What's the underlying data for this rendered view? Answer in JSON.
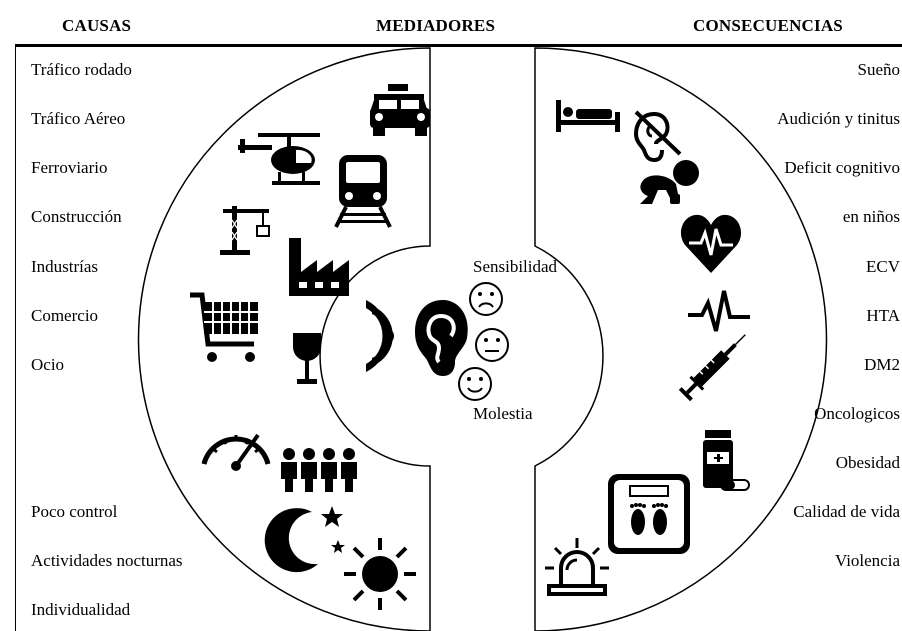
{
  "headers": {
    "causes": "CAUSAS",
    "mediators": "MEDIADORES",
    "consequences": "CONSECUENCIAS"
  },
  "causes": [
    "Tráfico rodado",
    "Tráfico Aéreo",
    "Ferroviario",
    "Construcción",
    "Industrías",
    "Comercio",
    "Ocio",
    "Poco control",
    "Actividades nocturnas",
    "Individualidad"
  ],
  "mediators": {
    "top": "Sensibilidad",
    "bottom": "Molestia"
  },
  "consequences": [
    "Sueño",
    "Audición y tinitus",
    "Deficit cognitivo",
    "en niños",
    "ECV",
    "HTA",
    "DM2",
    "Oncologicos",
    "Obesidad",
    "Calidad de vida",
    "Violencia"
  ],
  "icons": [
    "taxi-icon",
    "helicopter-icon",
    "train-icon",
    "crane-icon",
    "factory-icon",
    "shopping-cart-icon",
    "wine-glass-icon",
    "speedometer-icon",
    "crowd-icon",
    "moon-stars-icon",
    "sun-icon",
    "sound-waves-icon",
    "ear-icon",
    "sad-face-icon",
    "neutral-face-icon",
    "happy-face-icon",
    "bed-icon",
    "deaf-ear-icon",
    "crawling-baby-icon",
    "heart-pulse-icon",
    "pulse-line-icon",
    "syringe-icon",
    "pill-bottle-icon",
    "scale-icon",
    "siren-icon"
  ]
}
